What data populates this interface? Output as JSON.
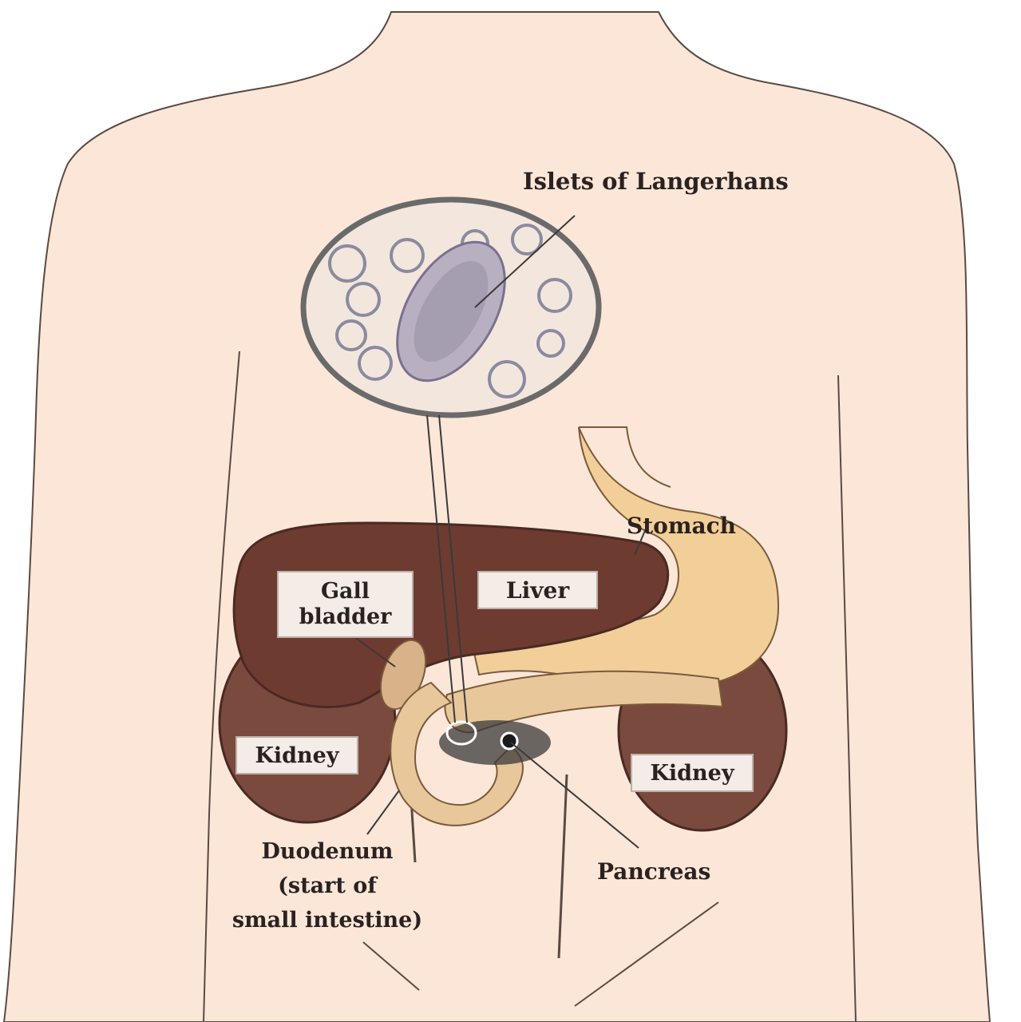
{
  "labels": {
    "islets": "Islets of Langerhans",
    "stomach": "Stomach",
    "gall_bladder_line1": "Gall",
    "gall_bladder_line2": "bladder",
    "liver": "Liver",
    "kidney_left": "Kidney",
    "kidney_right": "Kidney",
    "duodenum_line1": "Duodenum",
    "duodenum_line2": "(start of",
    "duodenum_line3": "small intestine)",
    "pancreas": "Pancreas"
  },
  "colors": {
    "skin": "#fbe6d8",
    "outline": "#5a4a42",
    "liver": "#6e3b30",
    "kidney": "#7a4a3e",
    "stomach": "#f2cf98",
    "label_box": "#f3ece7"
  }
}
